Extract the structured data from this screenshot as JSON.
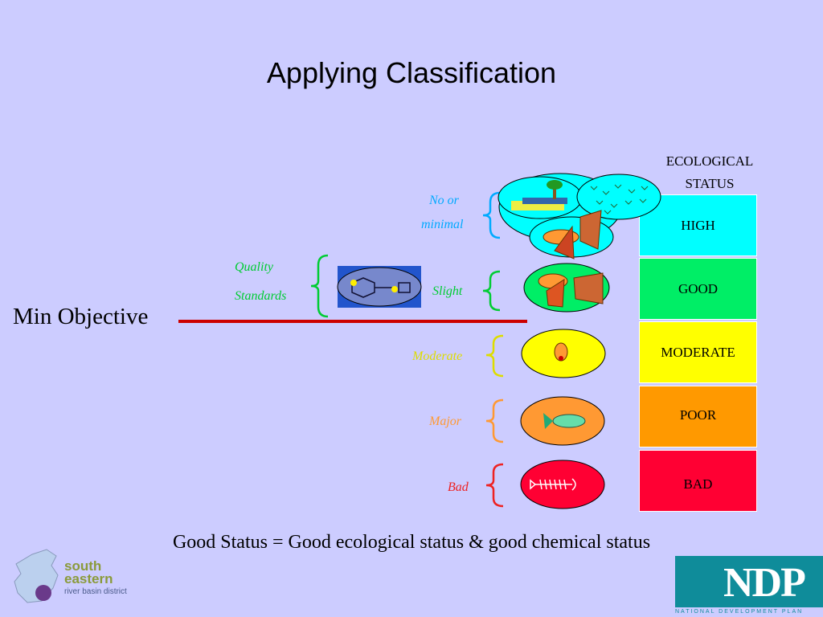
{
  "slide": {
    "title": "Applying Classification",
    "min_objective": "Min Objective",
    "bottom_text": "Good Status = Good ecological status & good chemical status"
  },
  "ecological_status": {
    "header_line1": "ECOLOGICAL",
    "header_line2": "STATUS",
    "levels": [
      {
        "label": "HIGH",
        "color": "#00ffff"
      },
      {
        "label": "GOOD",
        "color": "#00ee66"
      },
      {
        "label": "MODERATE",
        "color": "#ffff00"
      },
      {
        "label": "POOR",
        "color": "#ff9900"
      },
      {
        "label": "BAD",
        "color": "#ff0033"
      }
    ]
  },
  "degradation": {
    "no_minimal_1": "No or",
    "no_minimal_2": "minimal",
    "slight": "Slight",
    "moderate": "Moderate",
    "major": "Major",
    "bad": "Bad"
  },
  "quality_standards": {
    "line1": "Quality",
    "line2": "Standards"
  },
  "logos": {
    "sbd_line1": "south",
    "sbd_line2": "eastern",
    "sbd_line3": "river basin district",
    "ndp": "NDP",
    "ndp_sub": "NATIONAL DEVELOPMENT PLAN"
  }
}
